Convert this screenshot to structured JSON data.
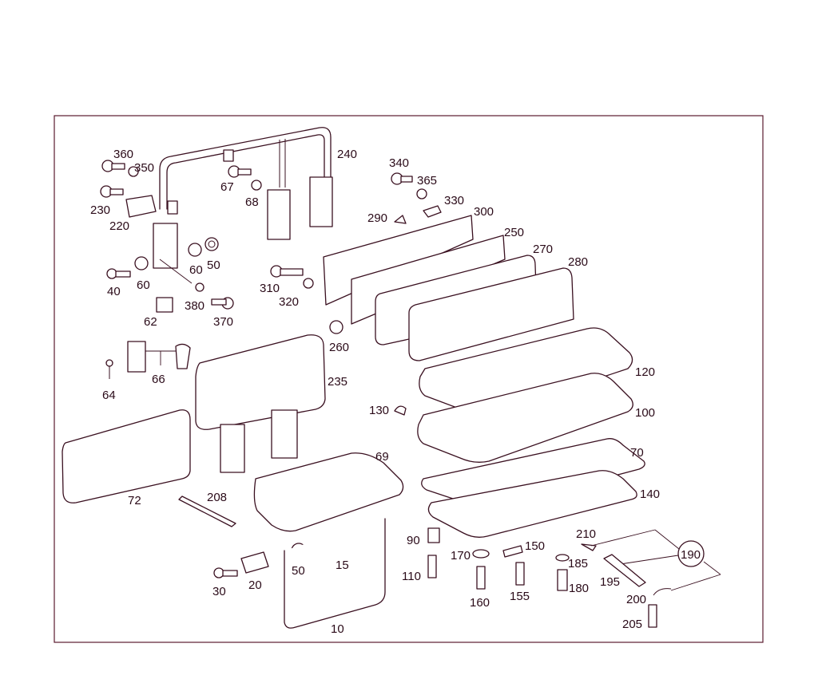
{
  "colors": {
    "line": "#3a1020",
    "frame": "#5a1a2e",
    "text": "#2a0a18",
    "background": "#ffffff"
  },
  "labels": {
    "l10": "10",
    "l15": "15",
    "l20": "20",
    "l30": "30",
    "l40": "40",
    "l50a": "50",
    "l50b": "50",
    "l60a": "60",
    "l60b": "60",
    "l62": "62",
    "l64": "64",
    "l66": "66",
    "l67": "67",
    "l68": "68",
    "l69": "69",
    "l70": "70",
    "l72": "72",
    "l90": "90",
    "l100": "100",
    "l110": "110",
    "l120": "120",
    "l130": "130",
    "l140": "140",
    "l150": "150",
    "l155": "155",
    "l160": "160",
    "l170": "170",
    "l180": "180",
    "l185": "185",
    "l190": "190",
    "l195": "195",
    "l200": "200",
    "l205": "205",
    "l208": "208",
    "l210": "210",
    "l220": "220",
    "l230": "230",
    "l235": "235",
    "l240": "240",
    "l250": "250",
    "l260": "260",
    "l270": "270",
    "l280": "280",
    "l290": "290",
    "l300": "300",
    "l310": "310",
    "l320": "320",
    "l330": "330",
    "l340": "340",
    "l350": "350",
    "l360": "360",
    "l365": "365",
    "l370": "370",
    "l380": "380"
  }
}
